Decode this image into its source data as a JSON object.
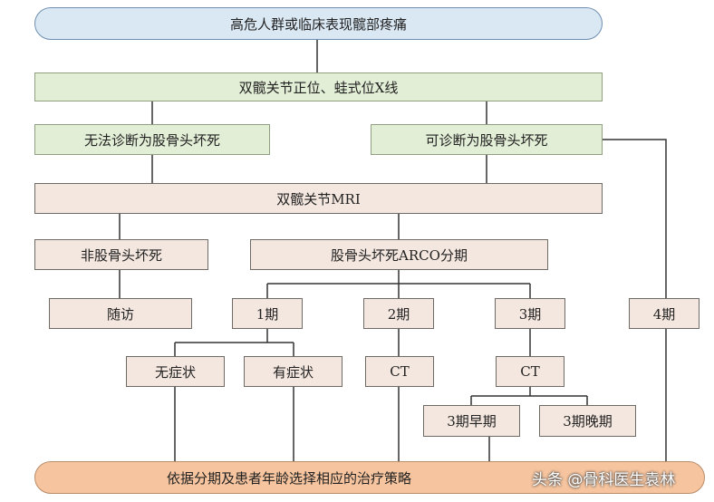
{
  "nodes": {
    "start": "高危人群或临床表现髋部疼痛",
    "xray": "双髋关节正位、蛙式位X线",
    "undiagnosed": "无法诊断为股骨头坏死",
    "diagnosed": "可诊断为股骨头坏死",
    "mri": "双髋关节MRI",
    "non_onfh": "非股骨头坏死",
    "arco": "股骨头坏死ARCO分期",
    "followup": "随访",
    "stage1": "1期",
    "stage2": "2期",
    "stage3": "3期",
    "stage4": "4期",
    "asymptomatic": "无症状",
    "symptomatic": "有症状",
    "ct2": "CT",
    "ct3": "CT",
    "stage3_early": "3期早期",
    "stage3_late": "3期晚期",
    "treatment": "依据分期及患者年龄选择相应的治疗策略"
  },
  "watermark": "头条 @骨科医生袁林",
  "colors": {
    "start_fill": "#dae8f4",
    "green_fill": "#e2eed6",
    "beige_fill": "#f4e7df",
    "end_fill": "#f6c49e",
    "line": "#333333"
  }
}
